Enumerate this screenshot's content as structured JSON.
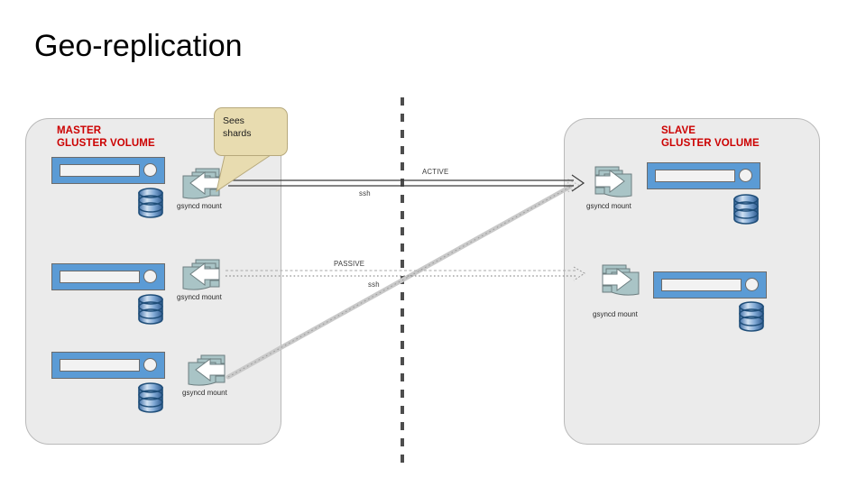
{
  "slide": {
    "title": "Geo-replication",
    "background": "#ffffff"
  },
  "colors": {
    "panel_fill": "#ebebeb",
    "panel_stroke": "#b9b9b9",
    "heading_red": "#cc0000",
    "server_blue": "#5b9bd5",
    "mount_teal": "#a9c4c6",
    "callout_fill": "#e8dcb0",
    "divider_gray": "#4d4d4d",
    "arrow_dark": "#3a3a3a",
    "arrow_light": "#c9c9c9"
  },
  "master": {
    "title": "MASTER\nGLUSTER VOLUME",
    "nodes": [
      {
        "mount_label": "gsyncd mount",
        "mount_direction": "left"
      },
      {
        "mount_label": "gsyncd mount",
        "mount_direction": "left"
      },
      {
        "mount_label": "gsyncd mount",
        "mount_direction": "left"
      }
    ]
  },
  "slave": {
    "title": "SLAVE\nGLUSTER VOLUME",
    "nodes": [
      {
        "mount_label": "gsyncd mount",
        "mount_direction": "right"
      },
      {
        "mount_label": "gsyncd mount",
        "mount_direction": "right"
      }
    ]
  },
  "callout": {
    "text": "Sees\nshards",
    "points_to": "master-node-1-gsyncd-mount"
  },
  "connectors": {
    "active": {
      "label": "ACTIVE",
      "protocol": "ssh",
      "style": "solid"
    },
    "passive": {
      "label": "PASSIVE",
      "protocol": "ssh",
      "style": "dotted"
    },
    "diagonal": {
      "label": "",
      "style": "dotted"
    }
  },
  "divider": {
    "style": "dashed-vertical"
  }
}
